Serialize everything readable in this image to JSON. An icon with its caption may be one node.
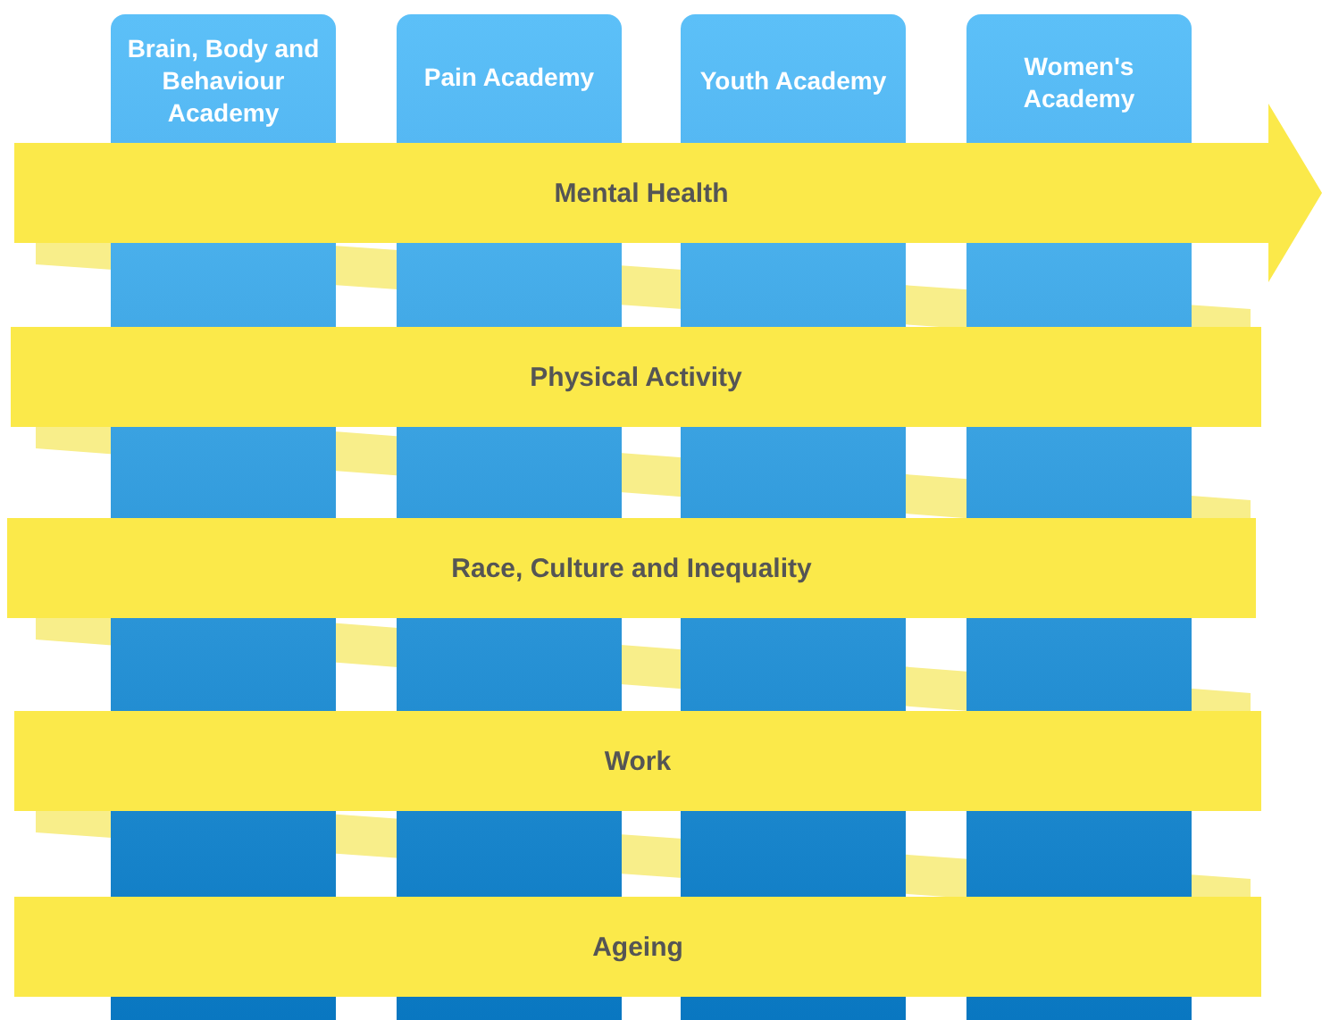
{
  "diagram": {
    "nodes": [
      {
        "text": [
          "Brain, Body and Behaviour Academy"
        ]
      },
      {
        "text": [
          "Pain Academy"
        ]
      },
      {
        "text": [
          "Youth Academy"
        ]
      },
      {
        "text": [
          "Women's Academy"
        ]
      },
      {
        "text": [
          "Mental Health"
        ]
      },
      {
        "text": [
          "Physical Activity"
        ]
      },
      {
        "text": [
          "Race, Culture and Inequality"
        ]
      },
      {
        "text": [
          "Work"
        ]
      },
      {
        "text": [
          "Ageing"
        ]
      }
    ]
  }
}
